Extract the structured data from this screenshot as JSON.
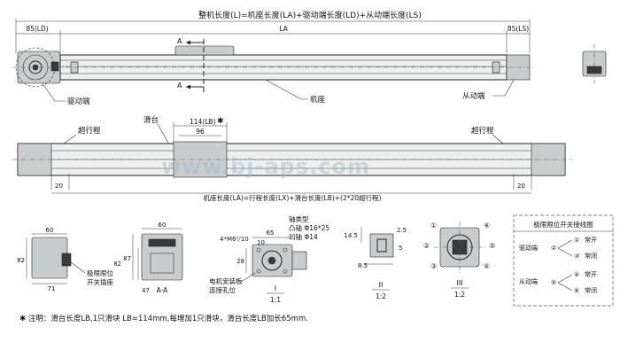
{
  "top_view": {
    "formula": "整机长度(L)=机座长度(LA)+驱动端长度(LD)+从动端长度(LS)",
    "dim_ld": "85(LD)",
    "dim_la": "LA",
    "dim_ls": "85(LS)",
    "section_a": "A",
    "label_drive": "驱动端",
    "label_base": "机座",
    "label_driven": "从动端"
  },
  "front_view": {
    "label_overtravel_left": "超行程",
    "label_slide": "滑台",
    "dim_lb": "114(LB)",
    "dim_lb_star": "✱",
    "dim_96": "96",
    "label_overtravel_right": "超行程",
    "dim_20_left": "20",
    "dim_20_right": "20",
    "formula": "机座长度(LA)=行程长度(LX)+滑台长度(LB)+(2*20超行程)"
  },
  "details": {
    "side_dims": {
      "d60": "60",
      "d82": "82",
      "d71": "71",
      "label": "极限限位\n开关插座"
    },
    "section_aa": {
      "d60": "60",
      "d87": "87",
      "d47": "47",
      "d82": "82",
      "caption": "A-A"
    },
    "detail_i": {
      "d65": "65",
      "d10": "10",
      "thread": "4*M6▽10",
      "d28": "28",
      "label_plate": "电机安装板\n连接孔位",
      "shaft_type": "轴类型",
      "convex": "凸轴 Φ16*25",
      "concave": "凹轴 Φ14",
      "roman": "I",
      "scale": "1:1"
    },
    "detail_ii": {
      "d145": "14.5",
      "d25": "2.5",
      "d85": "8.5",
      "d5": "5",
      "roman": "II",
      "scale": "1:2"
    },
    "detail_iii": {
      "c1": "①",
      "c2": "②",
      "c3": "③",
      "c4": "④",
      "c5": "⑤",
      "c6": "⑥",
      "roman": "III",
      "scale": "1:2"
    }
  },
  "wiring": {
    "title": "极限限位开关接线图",
    "drive_label": "驱动端",
    "driven_label": "从动端",
    "rows": [
      {
        "num": "①",
        "text": "常开"
      },
      {
        "num": "②",
        "text": ""
      },
      {
        "num": "③",
        "text": "常闭"
      },
      {
        "num": "④",
        "text": "常开"
      },
      {
        "num": "⑤",
        "text": ""
      },
      {
        "num": "⑥",
        "text": "常闭"
      }
    ]
  },
  "note": "✱ 注明：滑台长度LB,1只滑块 LB=114mm,每增加1只滑块，滑台长度LB加长65mm.",
  "watermark": "www.bj-aps.com"
}
